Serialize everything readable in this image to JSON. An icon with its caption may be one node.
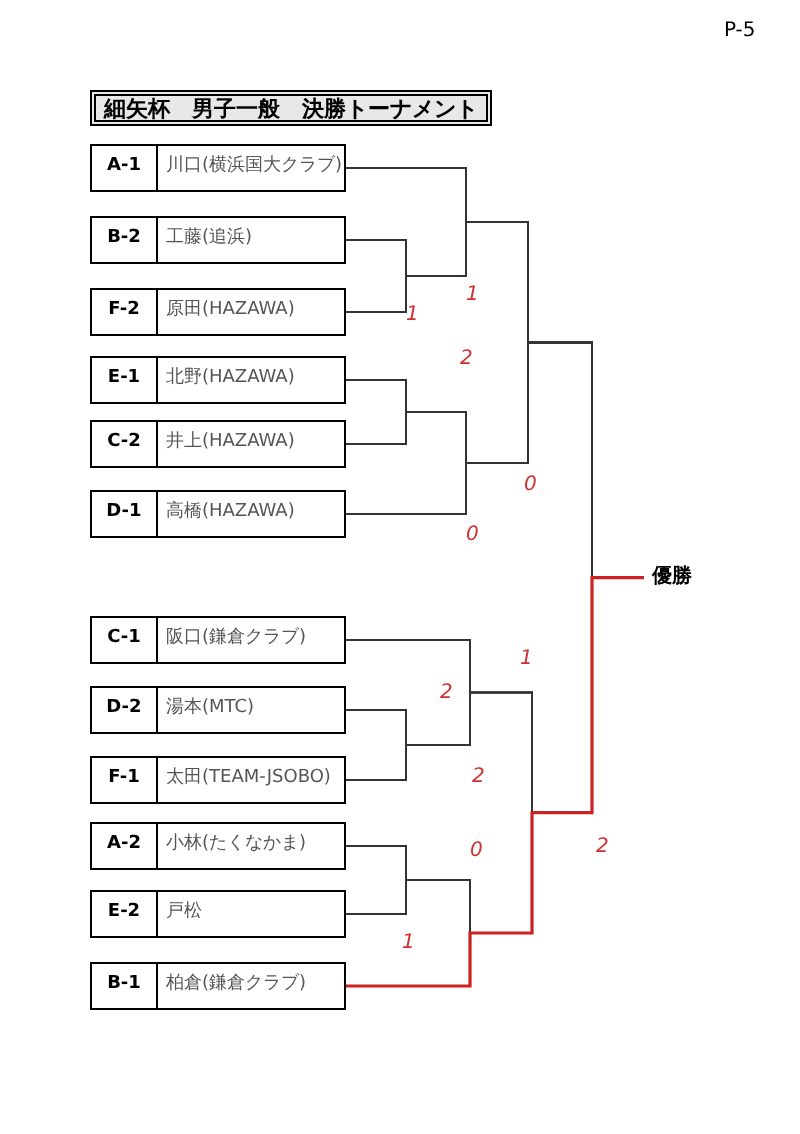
{
  "diagram": {
    "title": "細矢杯　男子一般　決勝トーナメント",
    "nodes": [
      {
        "text": [
          "A-1",
          "川口(横浜国大クラブ)"
        ]
      },
      {
        "text": [
          "B-2",
          "工藤(追浜)"
        ]
      },
      {
        "text": [
          "F-2",
          "原田(HAZAWA)"
        ]
      },
      {
        "text": [
          "E-1",
          "北野(HAZAWA)"
        ]
      },
      {
        "text": [
          "C-2",
          "井上(HAZAWA)"
        ]
      },
      {
        "text": [
          "D-1",
          "高橋(HAZAWA)"
        ]
      },
      {
        "text": [
          "C-1",
          "阪口(鎌倉クラブ)"
        ]
      },
      {
        "text": [
          "D-2",
          "湯本(MTC)"
        ]
      },
      {
        "text": [
          "F-1",
          "太田(TEAM-JSOBO)"
        ]
      },
      {
        "text": [
          "A-2",
          "小林(たくなかま)"
        ]
      },
      {
        "text": [
          "E-2",
          "戸松"
        ]
      },
      {
        "text": [
          "B-1",
          "柏倉(鎌倉クラブ)"
        ]
      },
      {
        "text": [
          "優勝"
        ]
      }
    ],
    "edges": [
      {
        "from": 0,
        "to": 12,
        "arrow": "none"
      },
      {
        "from": 1,
        "to": 12,
        "arrow": "none"
      },
      {
        "from": 2,
        "to": 12,
        "arrow": "none"
      },
      {
        "from": 3,
        "to": 12,
        "arrow": "none"
      },
      {
        "from": 4,
        "to": 12,
        "arrow": "none"
      },
      {
        "from": 5,
        "to": 12,
        "arrow": "none"
      },
      {
        "from": 6,
        "to": 12,
        "arrow": "none"
      },
      {
        "from": 7,
        "to": 12,
        "arrow": "none"
      },
      {
        "from": 8,
        "to": 12,
        "arrow": "none"
      },
      {
        "from": 9,
        "to": 12,
        "arrow": "none"
      },
      {
        "from": 10,
        "to": 12,
        "arrow": "none"
      },
      {
        "from": 11,
        "to": 12,
        "arrow": "none",
        "color": "#cc2222"
      }
    ],
    "labels": [
      "P-5",
      "1",
      "1",
      "2",
      "0",
      "0",
      "1",
      "2",
      "2",
      "2",
      "0",
      "1"
    ]
  }
}
